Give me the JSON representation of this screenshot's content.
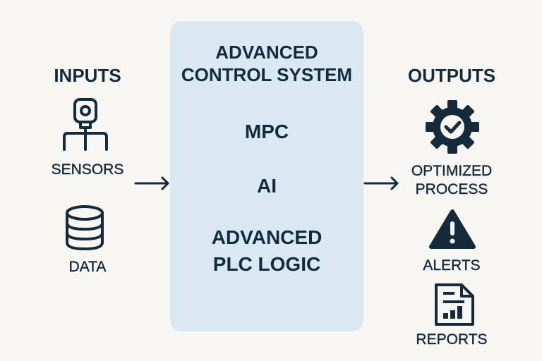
{
  "inputs": {
    "title": "INPUTS",
    "items": [
      {
        "label": "SENSORS",
        "icon": "sensor-icon"
      },
      {
        "label": "DATA",
        "icon": "database-icon"
      }
    ]
  },
  "system": {
    "title_line1": "ADVANCED",
    "title_line2": "CONTROL SYSTEM",
    "items": [
      "MPC",
      "AI"
    ],
    "logic_line1": "ADVANCED",
    "logic_line2": "PLC LOGIC"
  },
  "outputs": {
    "title": "OUTPUTS",
    "items": [
      {
        "label_line1": "OPTIMIZED",
        "label_line2": "PROCESS",
        "icon": "gear-check-icon"
      },
      {
        "label": "ALERTS",
        "icon": "warning-icon"
      },
      {
        "label": "REPORTS",
        "icon": "report-icon"
      }
    ]
  },
  "colors": {
    "background": "#f7f6f3",
    "box": "#dae8f2",
    "ink": "#152a3b"
  }
}
